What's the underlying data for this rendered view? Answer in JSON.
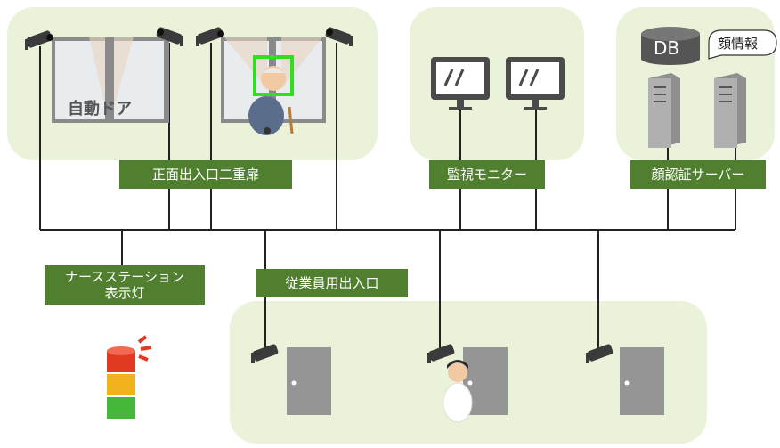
{
  "labels": {
    "front_entrance": "正面出入口二重扉",
    "monitor": "監視モニター",
    "face_server": "顔認証サーバー",
    "nurse_station_line1": "ナースステーション",
    "nurse_station_line2": "表示灯",
    "staff_entrance": "従業員用出入口",
    "auto_door": "自動ドア",
    "db": "DB",
    "face_info": "顔情報"
  },
  "colors": {
    "zone_bg": "#eaf3da",
    "label_bg": "#4f7f2f",
    "wire": "#222222",
    "door": "#959595",
    "face_box": "#33dd22",
    "lamp_red": "#e23a20",
    "lamp_yellow": "#f2b21c",
    "lamp_green": "#45b83a"
  }
}
